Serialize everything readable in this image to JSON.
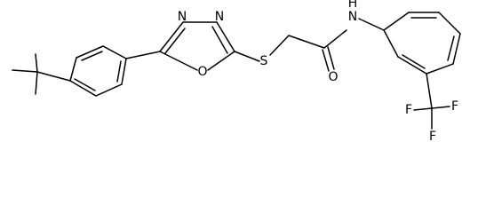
{
  "molecule": {
    "atom_labels": {
      "n1": "N",
      "n2": "N",
      "o_ring": "O",
      "s": "S",
      "o_carbonyl": "O",
      "nh": "N",
      "h": "H",
      "f1": "F",
      "f2": "F",
      "f3": "F"
    },
    "colors": {
      "bond": "#000000",
      "label": "#000000",
      "background": "#ffffff"
    }
  }
}
